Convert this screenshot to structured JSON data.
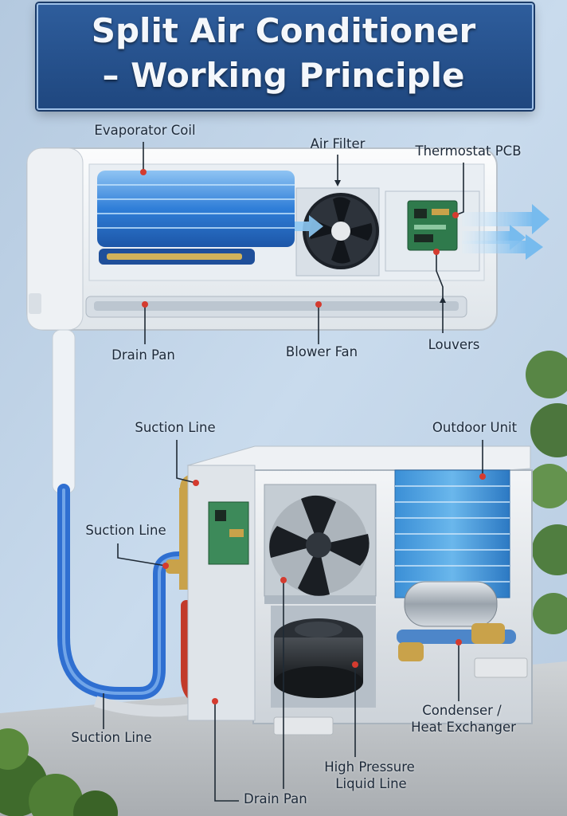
{
  "title": {
    "line1": "Split Air Conditioner",
    "line2": "– Working Principle"
  },
  "labels": {
    "evaporator_coil": "Evaporator Coil",
    "air_filter": "Air Filter",
    "thermostat_pcb": "Thermostat PCB",
    "drain_pan_indoor": "Drain Pan",
    "blower_fan": "Blower Fan",
    "louvers": "Louvers",
    "suction_line_top": "Suction Line",
    "suction_line_mid": "Suction Line",
    "suction_line_bottom": "Suction Line",
    "outdoor_unit": "Outdoor Unit",
    "condenser_line1": "Condenser /",
    "condenser_line2": "Heat Exchanger",
    "high_pressure_line1": "High Pressure",
    "high_pressure_line2": "Liquid Line",
    "drain_pan_outdoor": "Drain Pan"
  },
  "colors": {
    "title_bg": "#2a568f",
    "wall": "#c2d5e8",
    "coolant_blue": "#2f6fd1",
    "hot_red": "#c23a2a",
    "brass": "#c9a24a",
    "pcb_green": "#3d8a5a",
    "callout_dot": "#d43b2f"
  }
}
